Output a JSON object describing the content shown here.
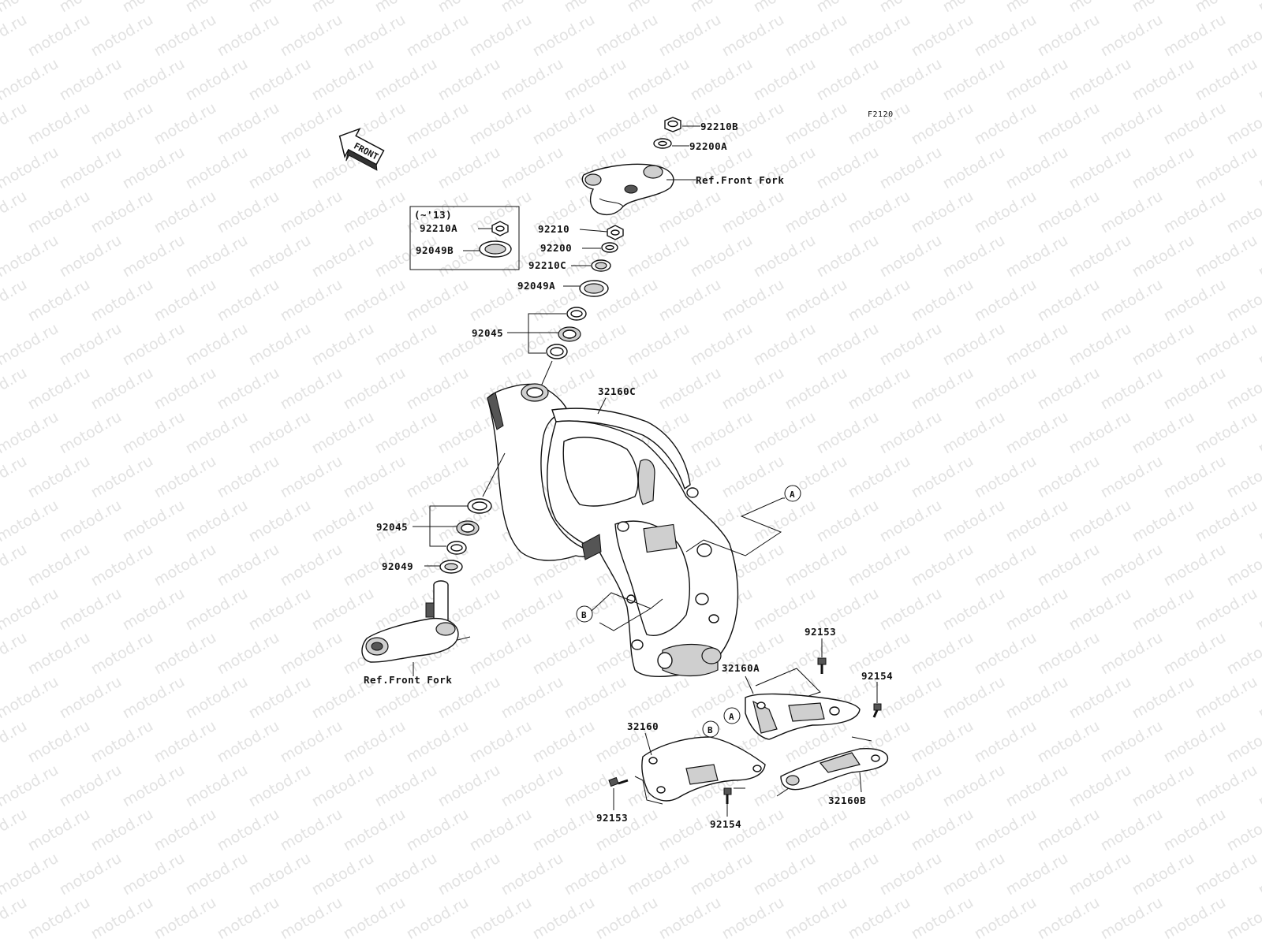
{
  "watermark": "motod.ru",
  "figure_code": "F2120",
  "front_arrow_label": "FRONT",
  "inset_note": "(~'13)",
  "parts": {
    "p92210B": "92210B",
    "p92200A": "92200A",
    "ref_fork_top": "Ref.Front Fork",
    "p92210": "92210",
    "p92200": "92200",
    "p92210C": "92210C",
    "p92049A": "92049A",
    "p92045_top": "92045",
    "p92210A": "92210A",
    "p92049B": "92049B",
    "p32160C": "32160C",
    "p92045_bot": "92045",
    "p92049": "92049",
    "ref_fork_bottom": "Ref.Front Fork",
    "p92153_right": "92153",
    "p32160A": "32160A",
    "p92154_right": "92154",
    "p32160": "32160",
    "p92153_left": "92153",
    "p92154_left": "92154",
    "p32160B": "32160B"
  },
  "callouts": {
    "A": "A",
    "B": "B"
  }
}
